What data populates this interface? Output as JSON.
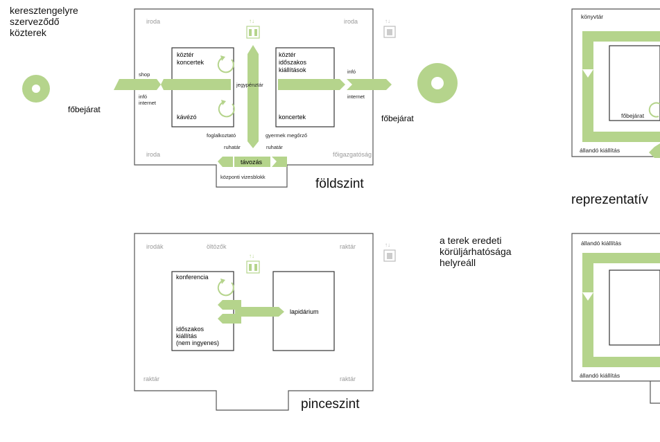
{
  "heading": [
    "keresztengelyre",
    "szerveződő",
    "közterek"
  ],
  "ground_floor": {
    "title": "földszint",
    "corners": [
      "iroda",
      "iroda",
      "iroda",
      "főigazgatóság"
    ],
    "left_box": [
      "köztér",
      "koncertek"
    ],
    "left_box_bottom": "kávézó",
    "right_box": [
      "köztér",
      "időszakos",
      "kiállítások"
    ],
    "right_box_bottom": "koncertek",
    "jegypenztar": "jegypénztár",
    "shop": "shop",
    "info_internet_left": [
      "infó",
      "internet"
    ],
    "info_right": "infó",
    "internet_right": "internet",
    "foglalkoztato": "foglalkoztató",
    "gyermek": "gyermek megőrző",
    "ruhatar": "ruhatár",
    "tavozas": "távozás",
    "kozponti": "központi vizesblokk",
    "entrance_left": "főbejárat",
    "entrance_right": "főbejárat"
  },
  "basement": {
    "title": "pinceszint",
    "corners": [
      "irodák",
      "öltözők",
      "raktár",
      "raktár",
      "raktár"
    ],
    "left_box_top": "konferencia",
    "left_box_bottom": [
      "időszakos",
      "kiállítás",
      "(nem ingyenes)"
    ],
    "right_box": "lapidárium"
  },
  "middle_note": [
    "a terek eredeti",
    "körüljárhatósága",
    "helyreáll"
  ],
  "representative": {
    "top_label": "könyvtár",
    "top_bottom_label": "állandó kiállítás",
    "top_inner": "főbejárat",
    "caption": "reprezentatív",
    "bottom_top_label": "állandó kiállítás",
    "bottom_bottom_label": "állandó kiállítás"
  },
  "colors": {
    "accent": "#b5d48c",
    "line": "#555555",
    "muted": "#9a9a9a"
  },
  "icons": [
    "restroom-icon",
    "elevator-icon",
    "circle-entrance-icon",
    "loop-arrow-icon"
  ]
}
